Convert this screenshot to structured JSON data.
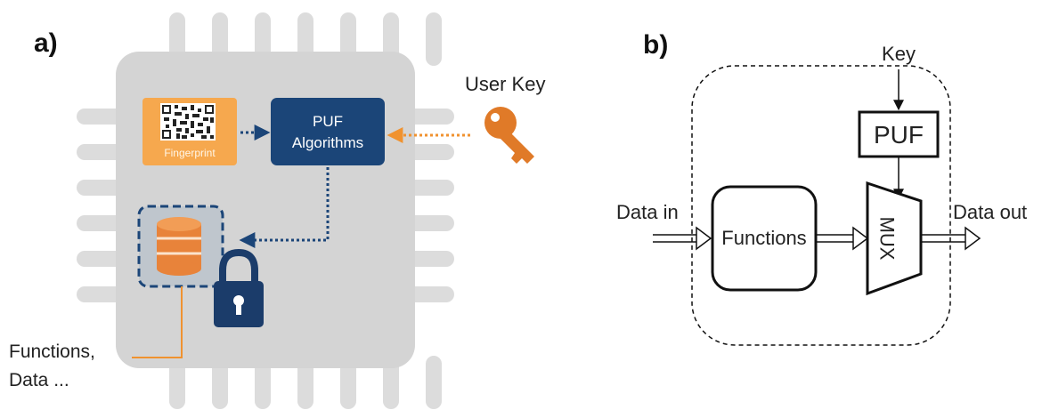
{
  "panel_a": {
    "label": "a)",
    "fingerprint_label": "Fingerprint",
    "puf_line1": "PUF",
    "puf_line2": "Algorithms",
    "user_key_label": "User Key",
    "functions_line1": "Functions,",
    "functions_line2": "Data ...",
    "colors": {
      "chip": "#d4d4d4",
      "pins": "#dcdcdc",
      "fingerprint": "#f6a84e",
      "puf": "#1b4578",
      "database": "#e8833a",
      "lock": "#1b3c6a",
      "key": "#e07a28",
      "arrow_blue": "#1b4578",
      "arrow_orange": "#f0922f"
    },
    "icons": [
      "qr-code-icon",
      "database-icon",
      "lock-icon",
      "key-icon"
    ]
  },
  "panel_b": {
    "label": "b)",
    "key_label": "Key",
    "puf_label": "PUF",
    "data_in_label": "Data in",
    "functions_label": "Functions",
    "mux_label": "MUX",
    "data_out_label": "Data out"
  }
}
